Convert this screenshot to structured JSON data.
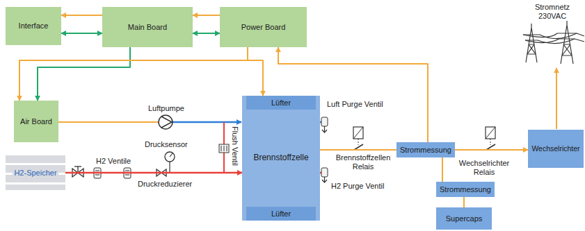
{
  "diagram": {
    "nodes": [
      {
        "text": [
          "Interface"
        ]
      },
      {
        "text": [
          "Main Board"
        ]
      },
      {
        "text": [
          "Power Board"
        ]
      },
      {
        "text": [
          "Air Board"
        ]
      },
      {
        "text": [
          "H2-Speicher"
        ]
      },
      {
        "text": [
          "Brennstoffzelle"
        ]
      },
      {
        "text": [
          "Lüfter"
        ],
        "in": 5
      },
      {
        "text": [
          "Lüfter"
        ],
        "in": 5
      },
      {
        "text": [
          "Strommessung"
        ]
      },
      {
        "text": [
          "Strommessung"
        ]
      },
      {
        "text": [
          "Supercaps"
        ]
      },
      {
        "text": [
          "Wechselrichter"
        ]
      }
    ],
    "edges": [
      {
        "from": 1,
        "to": 0,
        "arrow": "to"
      },
      {
        "from": 0,
        "to": 1,
        "arrow": "both"
      },
      {
        "from": 2,
        "to": 1,
        "arrow": "to"
      },
      {
        "from": 1,
        "to": 2,
        "arrow": "both"
      },
      {
        "from": 1,
        "to": 3,
        "arrow": "to"
      },
      {
        "from": 2,
        "to": 3,
        "arrow": "to"
      },
      {
        "from": 2,
        "to": 6,
        "arrow": "to"
      },
      {
        "from": 4,
        "to": 5,
        "arrow": "to"
      },
      {
        "from": 5,
        "to": 8,
        "arrow": "none"
      },
      {
        "from": 8,
        "to": 11,
        "arrow": "to"
      },
      {
        "from": 8,
        "to": 2,
        "arrow": "to"
      },
      {
        "from": 9,
        "to": 8,
        "arrow": "none"
      },
      {
        "from": 10,
        "to": 9,
        "arrow": "none"
      }
    ],
    "labels": [
      "Luftpumpe",
      "Flush Ventil",
      "Luft Purge Ventil",
      "Drucksensor",
      "H2 Ventile",
      "Brennstoffzellen Relais",
      "Druckreduzierer",
      "H2 Purge Ventil",
      "Wechselrichter Relais",
      "Stromnetz 230VAC"
    ]
  }
}
